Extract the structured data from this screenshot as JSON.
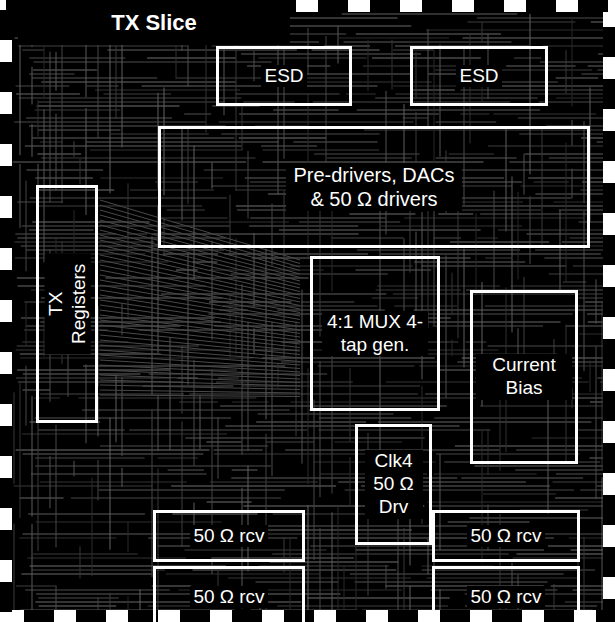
{
  "diagram": {
    "title": "TX Slice",
    "nodes": [
      {
        "text": [
          "ESD"
        ]
      },
      {
        "text": [
          "ESD"
        ]
      },
      {
        "text": [
          "Pre-drivers, DACs & 50 Ω drivers"
        ]
      },
      {
        "text": [
          "TX Registers"
        ]
      },
      {
        "text": [
          "4:1 MUX 4-tap gen."
        ]
      },
      {
        "text": [
          "Current Bias"
        ]
      },
      {
        "text": [
          "Clk4 50 Ω Drv"
        ]
      },
      {
        "text": [
          "50 Ω rcv"
        ]
      },
      {
        "text": [
          "50 Ω rcv"
        ]
      },
      {
        "text": [
          "50 Ω rcv"
        ]
      },
      {
        "text": [
          "50 Ω rcv"
        ]
      }
    ]
  }
}
